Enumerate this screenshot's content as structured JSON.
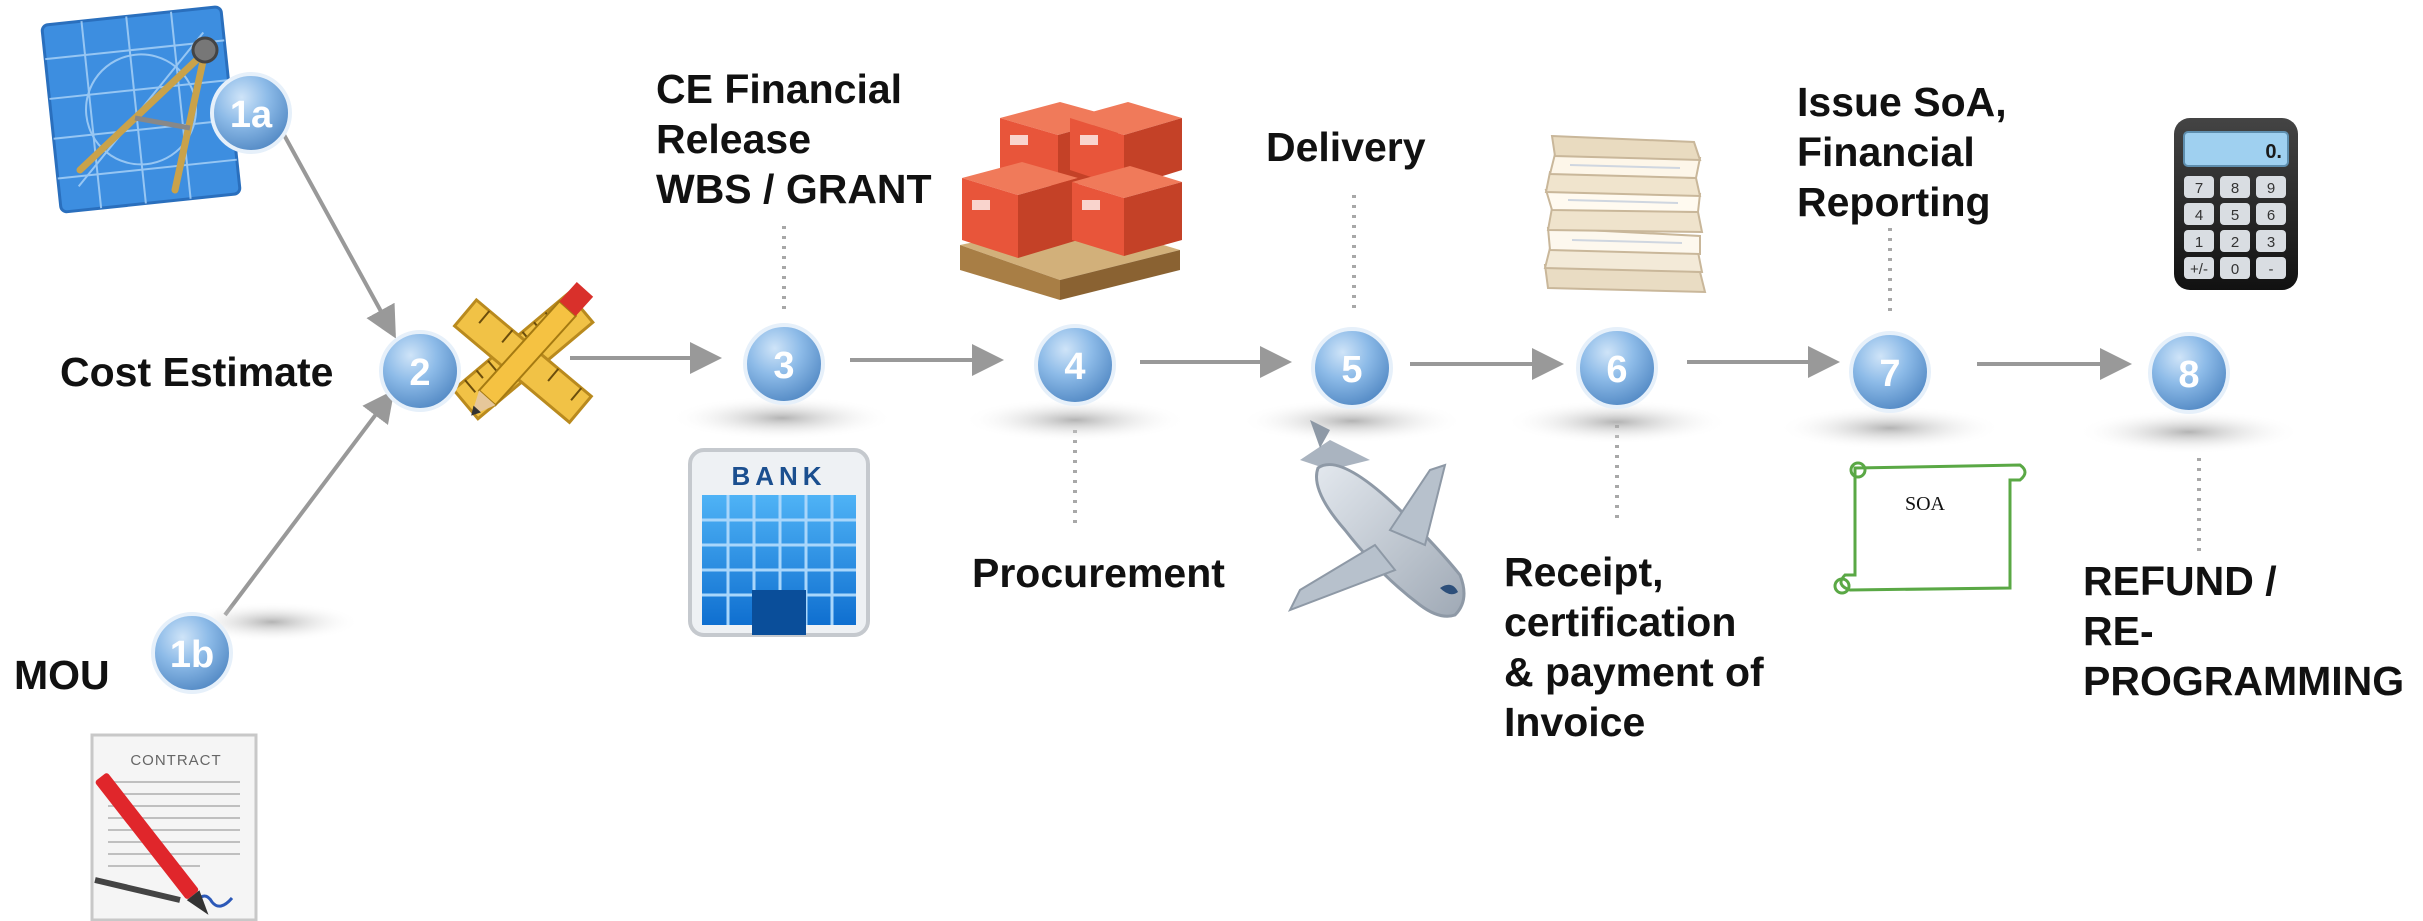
{
  "colors": {
    "node_fill": "#6fa6dd",
    "node_highlight": "#bcd9f5",
    "arrow": "#999999",
    "connector": "#a8a8a8",
    "label_text": "#111111",
    "bank_blue": "#1b8fe8",
    "box_orange": "#e8553a",
    "soa_green": "#5aa845"
  },
  "steps": [
    {
      "id": "1a",
      "icon": "blueprint-compass-icon"
    },
    {
      "id": "1b",
      "label": "MOU",
      "icon": "contract-signing-icon"
    },
    {
      "id": "2",
      "label": "Cost Estimate",
      "icon": "ruler-pencil-icon"
    },
    {
      "id": "3",
      "label_lines": [
        "CE Financial",
        "Release",
        "WBS / GRANT"
      ],
      "icon": "bank-icon"
    },
    {
      "id": "4",
      "label": "Procurement",
      "icon": "shipping-boxes-icon"
    },
    {
      "id": "5",
      "label": "Delivery",
      "icon": "airplane-icon"
    },
    {
      "id": "6",
      "label_lines": [
        "Receipt,",
        "certification",
        "& payment of",
        "Invoice"
      ],
      "icon": "paper-stack-icon"
    },
    {
      "id": "7",
      "label_lines": [
        "Issue SoA,",
        "Financial",
        "Reporting"
      ],
      "icon": "soa-scroll-icon"
    },
    {
      "id": "8",
      "label_lines": [
        "REFUND /",
        "RE-",
        "PROGRAMMING"
      ],
      "icon": "calculator-icon"
    }
  ],
  "icon_text": {
    "bank": "BANK",
    "contract": "CONTRACT",
    "soa": "SOA",
    "calculator_display": "0.",
    "calculator_keys": [
      "7",
      "8",
      "9",
      "4",
      "5",
      "6",
      "1",
      "2",
      "3",
      "+/-",
      "0",
      "-"
    ]
  }
}
